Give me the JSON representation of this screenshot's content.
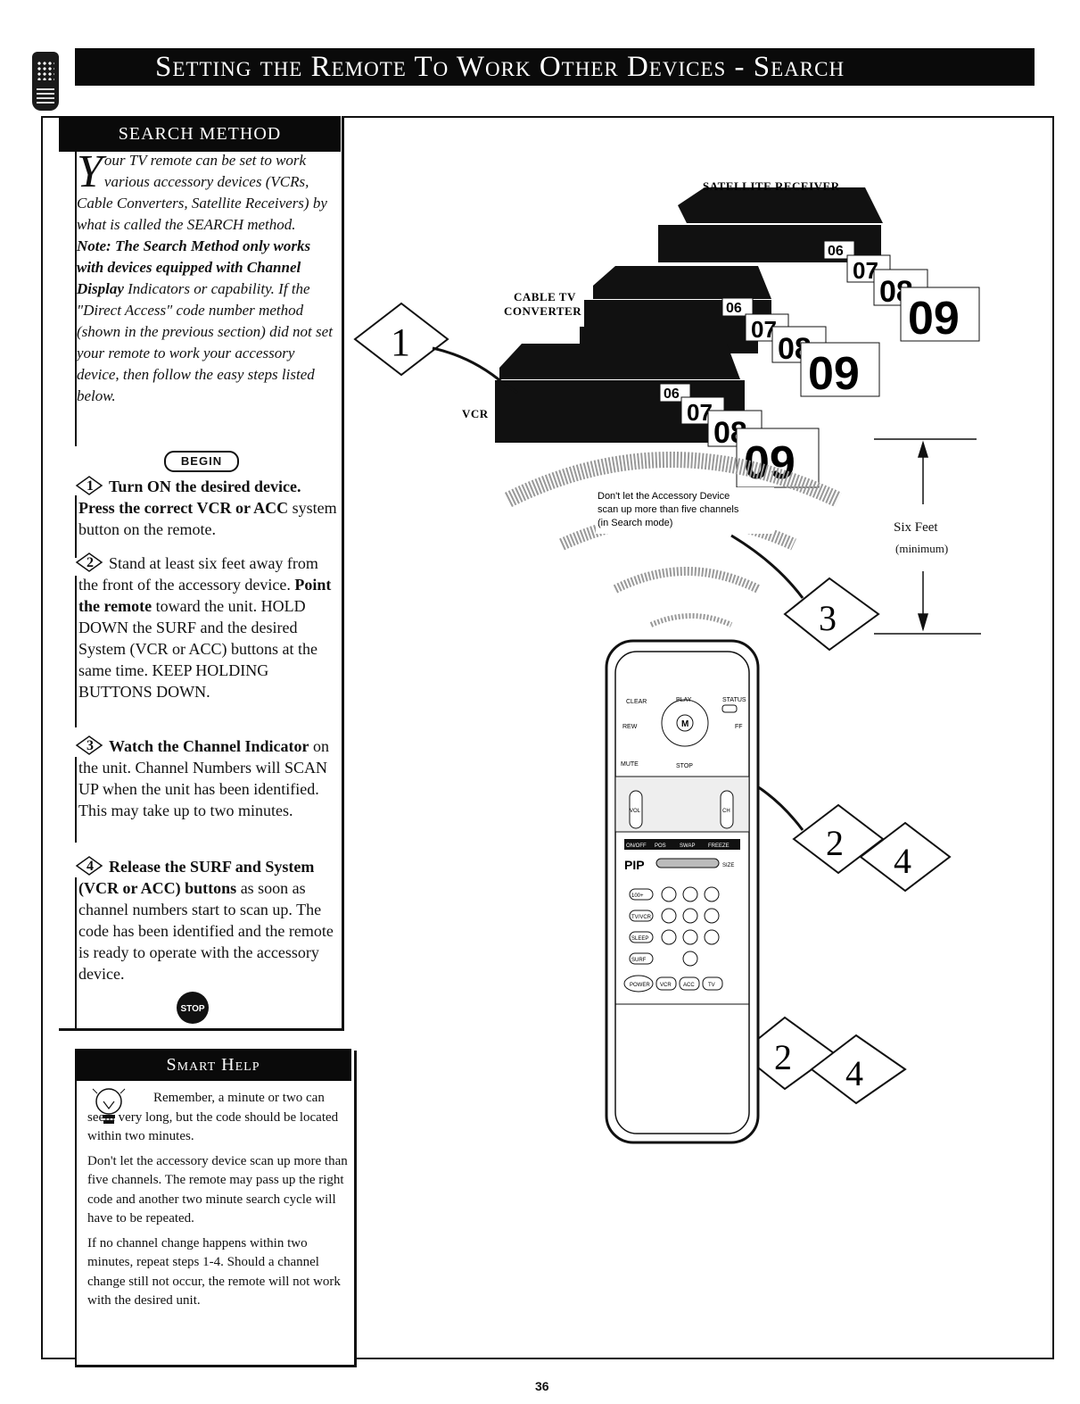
{
  "header": {
    "title": "Setting the Remote To Work Other Devices - Search"
  },
  "search_method": {
    "heading": "SEARCH METHOD",
    "intro_dropcap": "Y",
    "intro_text": "our TV remote can be set to work various accessory devices (VCRs, Cable Converters, Satellite Receivers) by what is called the SEARCH method.",
    "note_bold": "Note: The Search Method only works with devices equipped with Channel Display",
    "note_rest": " Indicators or capability. If the \"Direct Access\" code number method (shown in the previous section) did not set your remote to work your accessory device, then follow the easy steps listed below.",
    "begin_label": "BEGIN",
    "steps": [
      {
        "num": "1",
        "bold": "Turn ON the desired device. Press the correct VCR or ACC",
        "text": " system button on the remote."
      },
      {
        "num": "2",
        "lead": "Stand at least six feet away from the front of the accessory device. ",
        "bold": "Point the remote",
        "text": " toward the unit. HOLD DOWN the SURF and the desired System (VCR or ACC) buttons at the same time. KEEP HOLDING BUTTONS DOWN."
      },
      {
        "num": "3",
        "bold": "Watch the Channel Indicator",
        "text": " on the unit. Channel Numbers will SCAN UP when the unit has been identified. This may take up to two minutes."
      },
      {
        "num": "4",
        "bold": "Release the SURF and System (VCR or ACC) buttons",
        "text": " as soon as channel numbers start to scan up. The code has been identified and the remote is ready to operate with the accessory device."
      }
    ],
    "stop_label": "STOP"
  },
  "smart_help": {
    "heading": "Smart Help",
    "paragraphs": [
      "Remember, a minute or two can seem very long, but the code should be located within two minutes.",
      "Don't let the accessory device scan up more than five channels. The remote may pass up the right code and another two minute search cycle will have to be repeated.",
      "If no channel change happens within two minutes, repeat steps 1-4. Should a channel change still not occur, the remote will not work with the desired unit."
    ]
  },
  "illustration": {
    "satellite_label": "SATELLITE RECEIVER",
    "cable_label_1": "CABLE TV",
    "cable_label_2": "CONVERTER",
    "vcr_label": "VCR",
    "channels": [
      "06",
      "07",
      "08",
      "09"
    ],
    "scan_note_1": "Don't let the Accessory Device",
    "scan_note_2": "scan up more than five channels",
    "scan_note_3": "(in Search mode)",
    "six_feet": "Six Feet",
    "six_feet_min": "(minimum)",
    "callout_1": "1",
    "callout_3": "3",
    "callout_2": "2",
    "callout_4": "4",
    "remote_labels": {
      "status": "STATUS",
      "clear": "CLEAR",
      "play": "PLAY",
      "rew": "REW",
      "ff": "FF",
      "m": "M",
      "mute": "MUTE",
      "stop": "STOP",
      "vol": "VOL",
      "ch": "CH",
      "pip": "PIP",
      "size": "SIZE",
      "onoff": "ON/OFF",
      "pos": "POS",
      "swap": "SWAP",
      "freeze": "FREEZE",
      "power": "POWER",
      "vcr": "VCR",
      "acc": "ACC",
      "tv": "TV",
      "surf": "SURF",
      "sleep": "SLEEP",
      "tvvcr": "TV/VCR",
      "hundred": "100+"
    }
  },
  "page_number": "36"
}
